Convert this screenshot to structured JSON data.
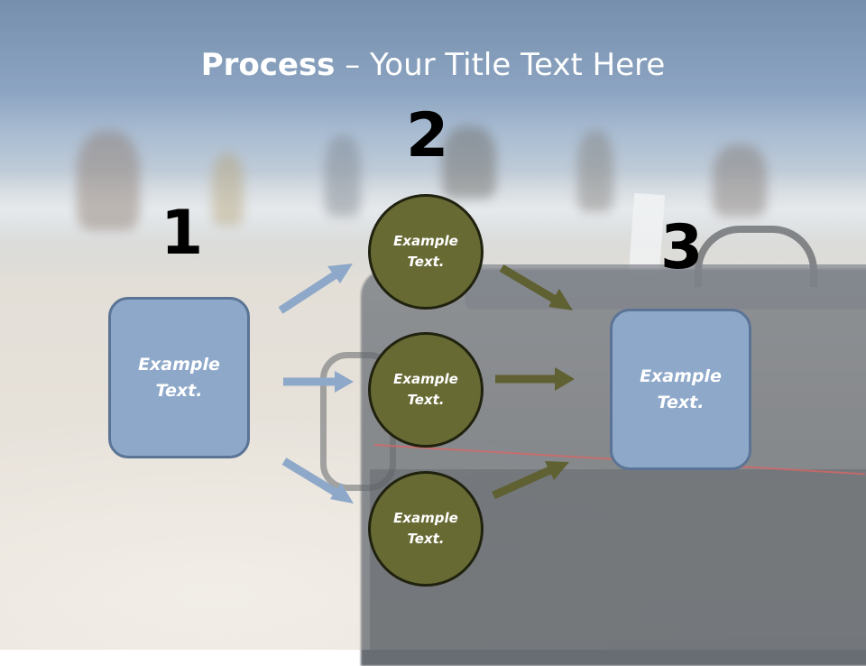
{
  "slide": {
    "title_bold": "Process",
    "title_rest": " – Your Title Text Here"
  },
  "steps": {
    "one": {
      "number": "1",
      "label": "Example\nText."
    },
    "two": {
      "number": "2",
      "circles": [
        "Example\nText.",
        "Example\nText.",
        "Example\nText."
      ]
    },
    "three": {
      "number": "3",
      "label": "Example\nText."
    }
  },
  "colors": {
    "box_fill": "#8ea8c9",
    "circle_fill": "#686a34",
    "blue_arrow": "#8ea8c9",
    "olive_arrow": "#5f6132"
  }
}
